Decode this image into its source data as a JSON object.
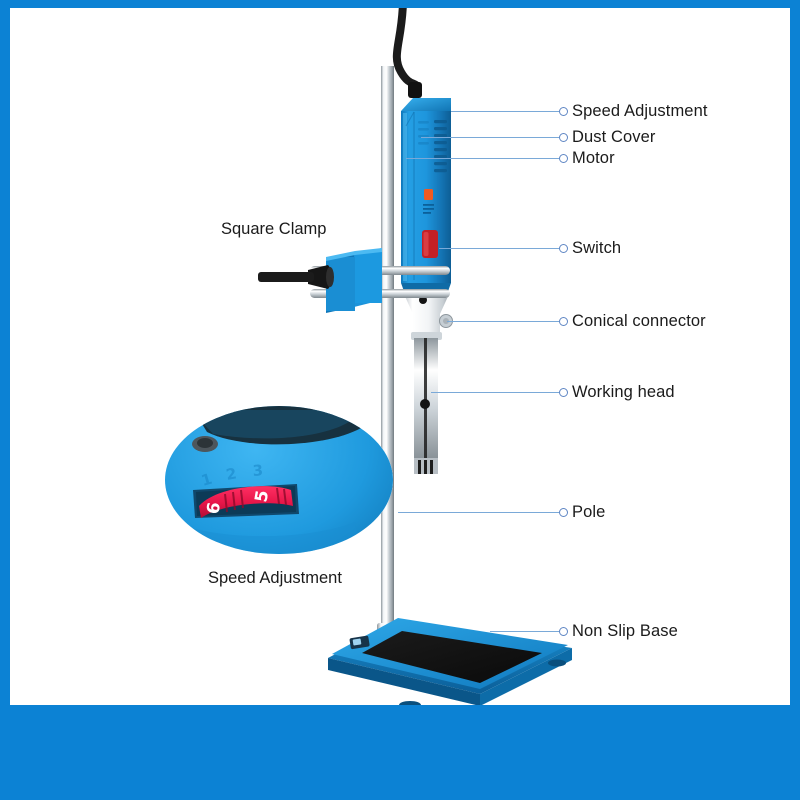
{
  "page": {
    "border_color": "#0c82d4",
    "panel_color": "#ffffff",
    "accent_line_color": "#7aa9d8",
    "marker_color": "#5f86c4",
    "device_blue": "#1e9ae0",
    "device_blue_dark": "#1374b4",
    "switch_red": "#c32026",
    "logo_orange": "#f05a22",
    "chrome": "#d8dde1",
    "mat_black": "#121212"
  },
  "callouts_right": [
    {
      "label": "Speed Adjustment",
      "name": "callout-speed-adjustment"
    },
    {
      "label": "Dust Cover",
      "name": "callout-dust-cover"
    },
    {
      "label": "Motor",
      "name": "callout-motor"
    },
    {
      "label": "Switch",
      "name": "callout-switch"
    },
    {
      "label": "Conical connector",
      "name": "callout-conical-connector"
    },
    {
      "label": "Working head",
      "name": "callout-working-head"
    },
    {
      "label": "Pole",
      "name": "callout-pole"
    },
    {
      "label": "Non Slip Base",
      "name": "callout-non-slip-base"
    }
  ],
  "callouts_left": [
    {
      "label": "Square Clamp",
      "name": "callout-square-clamp"
    }
  ],
  "detail_inset": {
    "caption": "Speed Adjustment",
    "dial_digits": [
      "6",
      "5"
    ],
    "faint_digits": [
      "1",
      "2",
      "3"
    ],
    "dial_color": "#e8174a",
    "knob_color": "#1e9ae0"
  },
  "device": {
    "name": "homogenizer-on-stand",
    "parts": [
      "power-cord",
      "motor-housing",
      "vent-slots",
      "brand-logo",
      "switch-button",
      "conical-connector",
      "working-head-shaft",
      "working-head-tip",
      "support-pole",
      "square-clamp",
      "clamp-rods",
      "clamp-knob",
      "base-plate",
      "non-slip-mat",
      "base-label"
    ]
  }
}
